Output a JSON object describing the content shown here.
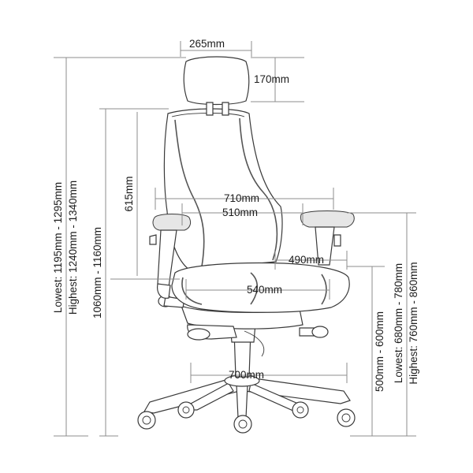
{
  "dimensions": {
    "headrest_width": "265mm",
    "headrest_height": "170mm",
    "back_height": "615mm",
    "armrest_outer_width": "710mm",
    "armrest_inner_width": "510mm",
    "seat_depth": "490mm",
    "seat_width": "540mm",
    "base_width": "700mm",
    "seat_height": "500mm - 600mm",
    "arm_height_lowest": "Lowest: 680mm - 780mm",
    "arm_height_highest": "Highest: 760mm - 860mm",
    "back_top_height": "1060mm - 1160mm",
    "total_height_lowest": "Lowest: 1195mm - 1295mm",
    "total_height_highest": "Highest: 1240mm - 1340mm"
  }
}
